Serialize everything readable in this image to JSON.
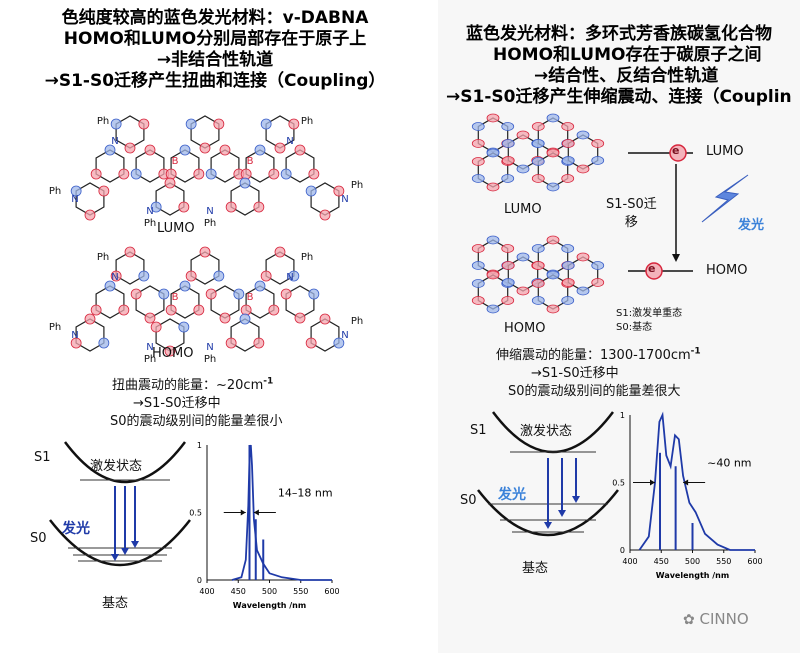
{
  "left": {
    "title_lines": [
      "色纯度较高的蓝色发光材料：v-DABNA",
      "HOMO和LUMO分别局部存在于原子上",
      "→非结合性轨道",
      "→S1-S0迁移产生扭曲和连接（Coupling）"
    ],
    "lumo_label": "LUMO",
    "homo_label": "HOMO",
    "atom_labels": {
      "ph": "Ph",
      "n": "N",
      "b": "B"
    },
    "energy_text": {
      "prefix": "扭曲震动的能量：~20cm",
      "sup": "-1"
    },
    "line2": "→S1-S0迁移中",
    "line3": "S0的震动级别间的能量差很小",
    "s1": "S1",
    "s0": "S0",
    "excited": "激发状态",
    "emission": "发光",
    "ground": "基态",
    "spectrum": {
      "fwhm_label": "14–18 nm",
      "xlabel": "Wavelength /nm",
      "xticks": [
        "400",
        "450",
        "500",
        "550",
        "600"
      ],
      "yticks": [
        "1",
        "0.5",
        "0"
      ]
    }
  },
  "right": {
    "title_lines": [
      "蓝色发光材料：多环式芳香族碳氢化合物",
      "HOMO和LUMO存在于碳原子之间",
      "→结合性、反结合性轨道",
      "→S1-S0迁移产生伸缩震动、连接（Couplin"
    ],
    "lumo_label": "LUMO",
    "homo_label": "HOMO",
    "level_lumo": "LUMO",
    "level_homo": "HOMO",
    "electron": "e",
    "transition": "S1-S0迁\n移",
    "emission": "发光",
    "legend_s1": "S1:激发单重态",
    "legend_s0": "S0:基态",
    "energy_text": {
      "prefix": "伸缩震动的能量：1300-1700cm",
      "sup": "-1"
    },
    "line2": "→S1-S0迁移中",
    "line3": "S0的震动级别间的能量差很大",
    "s1": "S1",
    "s0": "S0",
    "excited": "激发状态",
    "ground": "基态",
    "spectrum": {
      "fwhm_label": "~40 nm",
      "xlabel": "Wavelength /nm",
      "xticks": [
        "400",
        "450",
        "500",
        "550",
        "600"
      ],
      "yticks": [
        "1",
        "0.5",
        "0"
      ]
    }
  },
  "watermark": "CINNO",
  "colors": {
    "blue": "#1f3aa8",
    "red": "#d7263d",
    "lobe_red": "#f4a4ad",
    "lobe_blue": "#9fb7ea",
    "sky": "#3b82d9"
  },
  "chart_data": [
    {
      "type": "line",
      "title": "",
      "xlabel": "Wavelength /nm",
      "ylabel": "",
      "xlim": [
        400,
        600
      ],
      "ylim": [
        0,
        1
      ],
      "series": [
        {
          "x": [
            440,
            455,
            462,
            466,
            468,
            470,
            472,
            475,
            480,
            490,
            500,
            520,
            550,
            600
          ],
          "values": [
            0,
            0.02,
            0.15,
            0.55,
            0.9,
            1.0,
            0.85,
            0.45,
            0.22,
            0.12,
            0.05,
            0.02,
            0.0,
            0.0
          ]
        }
      ],
      "annotations": [
        "14–18 nm"
      ]
    },
    {
      "type": "line",
      "title": "",
      "xlabel": "Wavelength /nm",
      "ylabel": "",
      "xlim": [
        400,
        600
      ],
      "ylim": [
        0,
        1
      ],
      "series": [
        {
          "x": [
            415,
            430,
            440,
            447,
            452,
            458,
            465,
            472,
            478,
            485,
            495,
            505,
            520,
            540,
            560,
            600
          ],
          "values": [
            0,
            0.1,
            0.5,
            0.95,
            1.0,
            0.7,
            0.62,
            0.85,
            0.82,
            0.55,
            0.35,
            0.28,
            0.12,
            0.04,
            0.0,
            0.0
          ]
        }
      ],
      "annotations": [
        "~40 nm"
      ]
    }
  ]
}
